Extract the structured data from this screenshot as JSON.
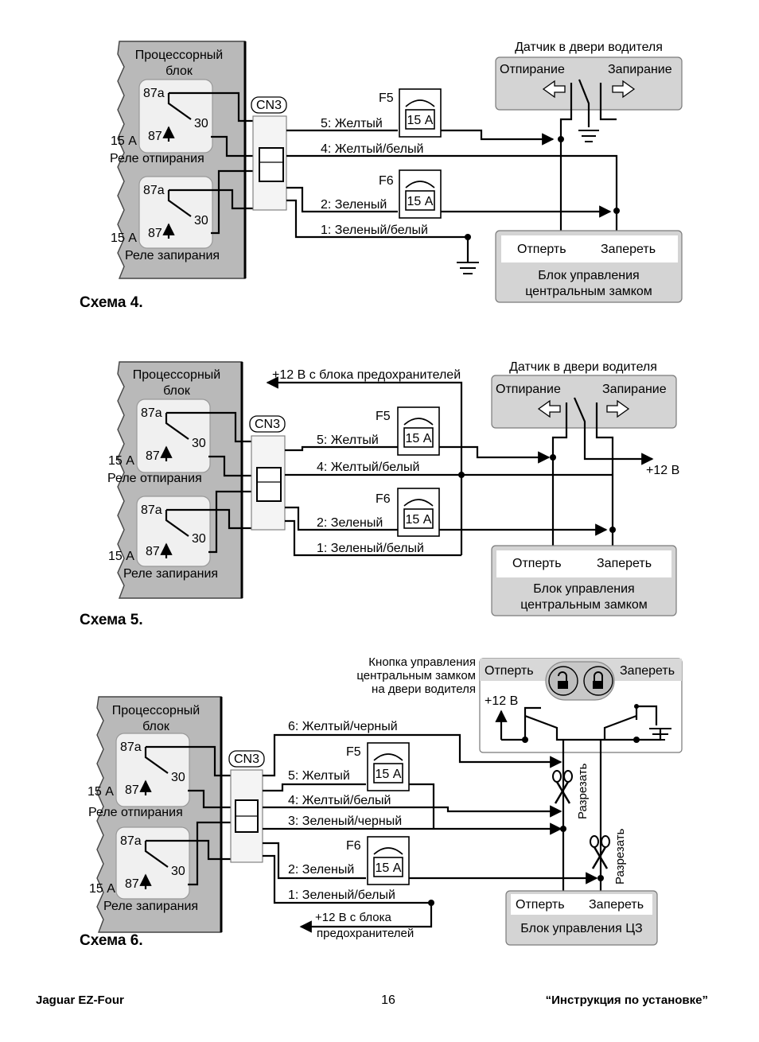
{
  "common": {
    "processor_block": [
      "Процессорный",
      "блок"
    ],
    "connector": "CN3",
    "relay_pins": {
      "nc": "87a",
      "no": "87",
      "com": "30",
      "rating": "15 А"
    },
    "relay_unlock": "Реле отпирания",
    "relay_lock": "Реле запирания",
    "fuse1": "F5",
    "fuse2": "F6",
    "fuse_rating": "15 А",
    "unlock": "Отперть",
    "lock": "Запереть"
  },
  "scheme4": {
    "title": "Схема 4.",
    "sensor_title": "Датчик в двери водителя",
    "sensor_unlock": "Отпирание",
    "sensor_lock": "Запирание",
    "wires": [
      "5: Желтый",
      "4: Желтый/белый",
      "2: Зеленый",
      "1: Зеленый/белый"
    ],
    "cu_title": [
      "Блок управления",
      "центральным замком"
    ]
  },
  "scheme5": {
    "title": "Схема 5.",
    "supply_top": "+12 В с блока предохранителей",
    "sensor_title": "Датчик в двери водителя",
    "sensor_unlock": "Отпирание",
    "sensor_lock": "Запирание",
    "plus12": "+12 В",
    "wires": [
      "5: Желтый",
      "4: Желтый/белый",
      "2: Зеленый",
      "1: Зеленый/белый"
    ],
    "cu_title": [
      "Блок управления",
      "центральным замком"
    ]
  },
  "scheme6": {
    "title": "Схема 6.",
    "button_label": [
      "Кнопка управления",
      "центральным замком",
      "на двери водителя"
    ],
    "plus12": "+12 В",
    "cut": "Разрезать",
    "supply_bottom": [
      "+12 В с блока",
      "предохранителей"
    ],
    "wires": [
      "6: Желтый/черный",
      "5: Желтый",
      "4: Желтый/белый",
      "3: Зеленый/черный",
      "2: Зеленый",
      "1: Зеленый/белый"
    ],
    "cu_title": "Блок управления ЦЗ"
  },
  "footer": {
    "left": "Jaguar EZ-Four",
    "page": "16",
    "right": "“Инструкция по установке”"
  }
}
